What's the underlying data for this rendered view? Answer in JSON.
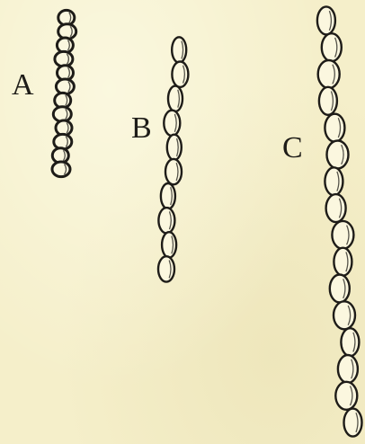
{
  "figure": {
    "labels": {
      "a": "A",
      "b": "B",
      "c": "C"
    },
    "chains": [
      {
        "label": "A",
        "cell_count": 12
      },
      {
        "label": "B",
        "cell_count": 10
      },
      {
        "label": "C",
        "cell_count": 16
      }
    ],
    "colors": {
      "paper": "#f5efca",
      "ink": "#1e1c18"
    }
  }
}
